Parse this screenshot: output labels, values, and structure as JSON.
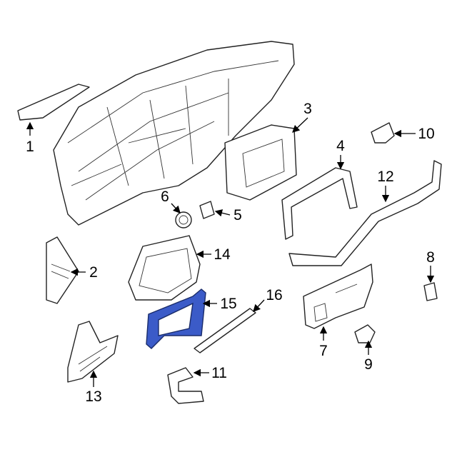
{
  "diagram": {
    "highlight_color": "#3b5bc8",
    "highlighted_part": "15",
    "callouts": [
      {
        "id": "1",
        "label": "1"
      },
      {
        "id": "2",
        "label": "2"
      },
      {
        "id": "3",
        "label": "3"
      },
      {
        "id": "4",
        "label": "4"
      },
      {
        "id": "5",
        "label": "5"
      },
      {
        "id": "6",
        "label": "6"
      },
      {
        "id": "7",
        "label": "7"
      },
      {
        "id": "8",
        "label": "8"
      },
      {
        "id": "9",
        "label": "9"
      },
      {
        "id": "10",
        "label": "10"
      },
      {
        "id": "11",
        "label": "11"
      },
      {
        "id": "12",
        "label": "12"
      },
      {
        "id": "13",
        "label": "13"
      },
      {
        "id": "14",
        "label": "14"
      },
      {
        "id": "15",
        "label": "15"
      },
      {
        "id": "16",
        "label": "16"
      }
    ]
  }
}
